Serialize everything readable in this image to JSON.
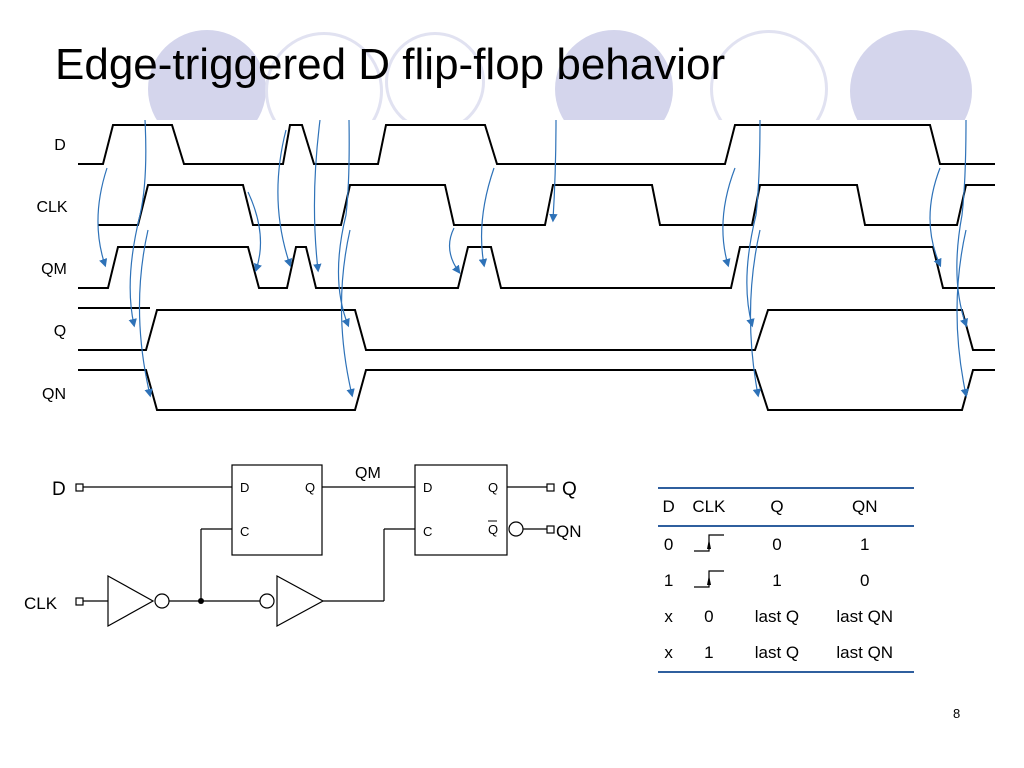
{
  "slide": {
    "title": "Edge-triggered D flip-flop behavior",
    "page_number": "8"
  },
  "colors": {
    "deco_fill": "#d4d5ec",
    "arrow": "#2e72b8",
    "table_rule": "#2f5f9e"
  },
  "timing": {
    "signals": [
      "D",
      "CLK",
      "QM",
      "Q",
      "QN"
    ]
  },
  "circuit": {
    "input_d": "D",
    "input_clk": "CLK",
    "mid_label": "QM",
    "output_q": "Q",
    "output_qn": "QN",
    "latch1": {
      "d": "D",
      "c": "C",
      "q": "Q"
    },
    "latch2": {
      "d": "D",
      "c": "C",
      "q": "Q",
      "qbar": "Q"
    }
  },
  "truth_table": {
    "headers": [
      "D",
      "CLK",
      "Q",
      "QN"
    ],
    "rows": [
      [
        "0",
        "rising-edge",
        "0",
        "1"
      ],
      [
        "1",
        "rising-edge",
        "1",
        "0"
      ],
      [
        "x",
        "0",
        "last Q",
        "last QN"
      ],
      [
        "x",
        "1",
        "last Q",
        "last QN"
      ]
    ]
  }
}
